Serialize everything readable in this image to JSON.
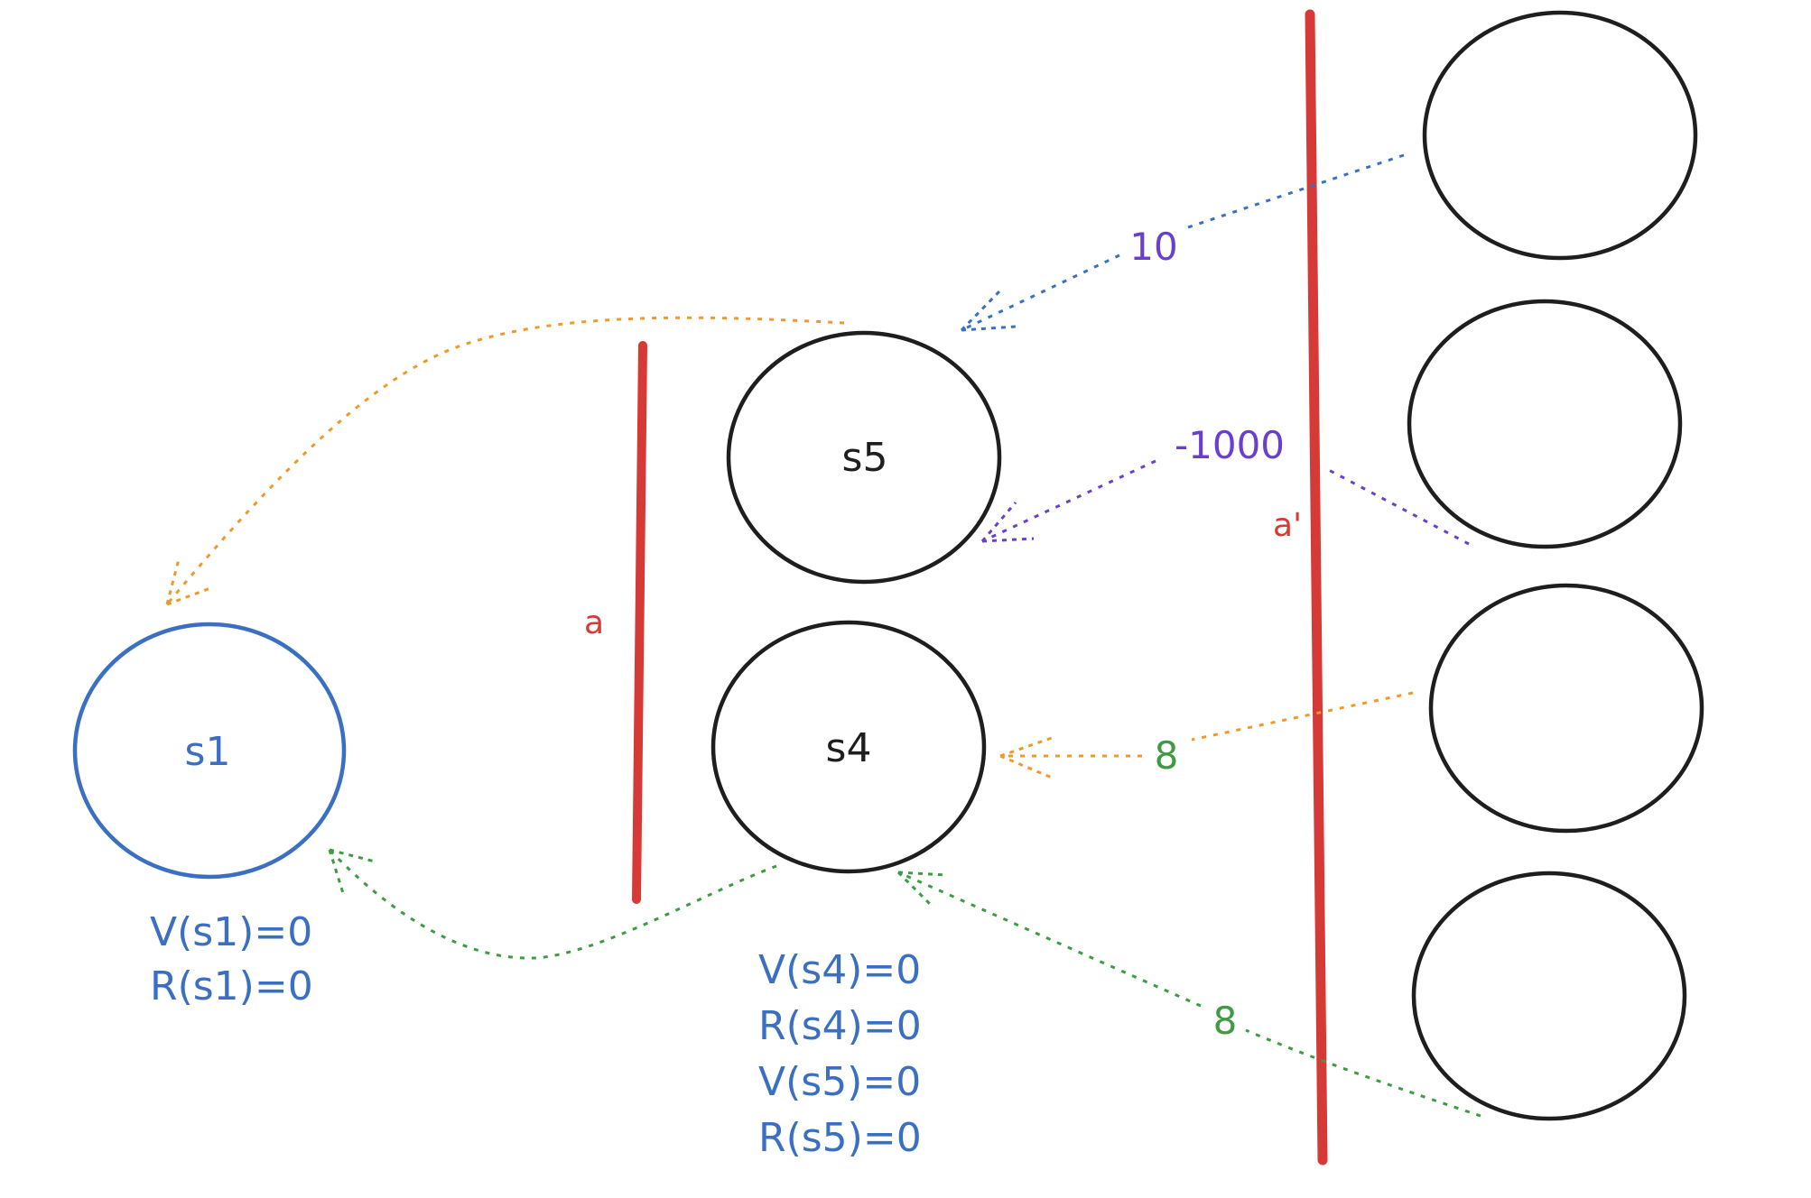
{
  "colors": {
    "black": "#1e1e1e",
    "blue": "#3b6fc2",
    "red": "#d63a36",
    "orange": "#ee9a2a",
    "purple": "#6a3fd0",
    "green": "#3e9a43"
  },
  "nodes": {
    "s1": {
      "label": "s1",
      "V": "V(s1)=0",
      "R": "R(s1)=0"
    },
    "s5": {
      "label": "s5"
    },
    "s4": {
      "label": "s4",
      "lines": [
        "V(s4)=0",
        "R(s4)=0",
        "V(s5)=0",
        "R(s5)=0"
      ]
    }
  },
  "actions": {
    "a": "a",
    "a_prime": "a'"
  },
  "edges": {
    "reward_10": "10",
    "reward_neg1000": "-1000",
    "reward_8_top": "8",
    "reward_8_bottom": "8"
  }
}
